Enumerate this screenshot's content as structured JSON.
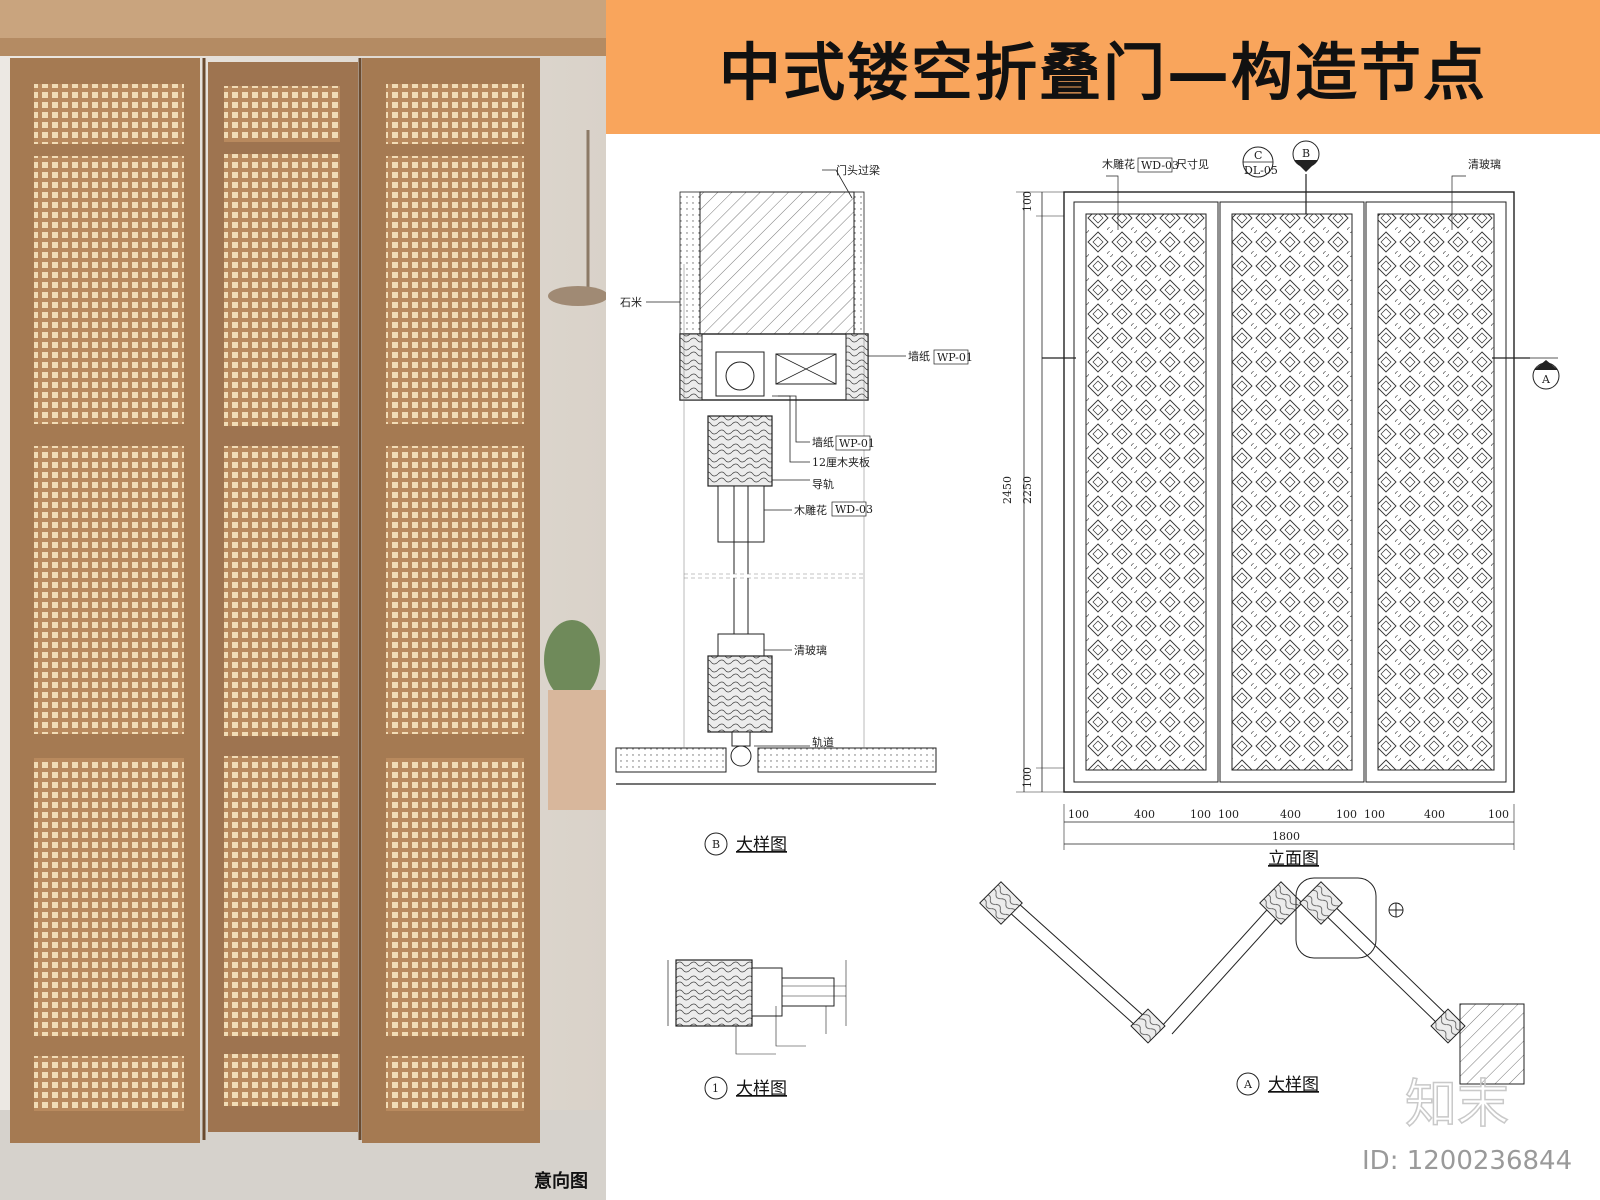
{
  "title": "中式镂空折叠门—构造节点",
  "photo_caption": "意向图",
  "id_text": "ID: 1200236844",
  "logo_text": "知末",
  "section_b": {
    "labels": {
      "beam": "门头过梁",
      "stone": "石米",
      "wallpaper_top": "墙纸",
      "wallpaper_top_code": "WP-01",
      "wallpaper_mid": "墙纸",
      "wallpaper_mid_code": "WP-01",
      "plywood": "12厘木夹板",
      "guide": "导轨",
      "carving": "木雕花",
      "carving_code": "WD-03",
      "glass": "清玻璃",
      "track": "轨道"
    },
    "caption_symbol": "B",
    "caption": "大样图"
  },
  "elevation": {
    "carving_label": "木雕花",
    "carving_code": "WD-03",
    "ref_note": "尺寸见",
    "ref_c_top": "C",
    "ref_c_bottom": "DL-05",
    "section_b_mark": "B",
    "section_a_mark": "A",
    "glass_label": "清玻璃",
    "dims_vertical": {
      "total": "2450",
      "inner": "2250",
      "top": "100",
      "bottom": "100"
    },
    "dims_horizontal": [
      "100",
      "400",
      "100",
      "100",
      "400",
      "100",
      "100",
      "400",
      "100"
    ],
    "total_width": "1800",
    "caption": "立面图"
  },
  "detail_1": {
    "caption_symbol": "1",
    "caption": "大样图"
  },
  "detail_a": {
    "caption_symbol": "A",
    "caption": "大样图"
  },
  "colors": {
    "title_bg": "#f9a55c",
    "wood": "#a57a52",
    "lattice": "#e3c697",
    "line": "#222222"
  }
}
